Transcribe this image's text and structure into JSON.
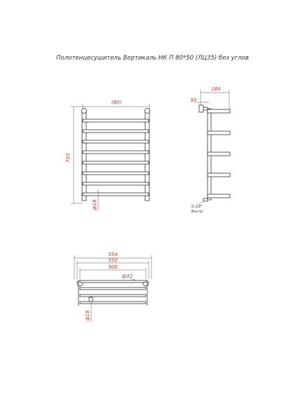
{
  "title": "Полотенцесушитель Вертикаль НК П 80*50 (ЛЦ35) без углов",
  "front_view": {
    "width_label": "(80)",
    "height_label": "733",
    "diameter_label": "ф18"
  },
  "side_view": {
    "depth_label": "184",
    "offset_label": "50",
    "thread_label": "G 1/2\"",
    "thread_note": "Внутр."
  },
  "top_view": {
    "overall_label": "554",
    "inner_label": "532",
    "axis_label": "500",
    "pipe_label": "ф32",
    "diameter_label": "ф18"
  },
  "colors": {
    "dimension": "#c0392b",
    "outline": "#333333"
  }
}
